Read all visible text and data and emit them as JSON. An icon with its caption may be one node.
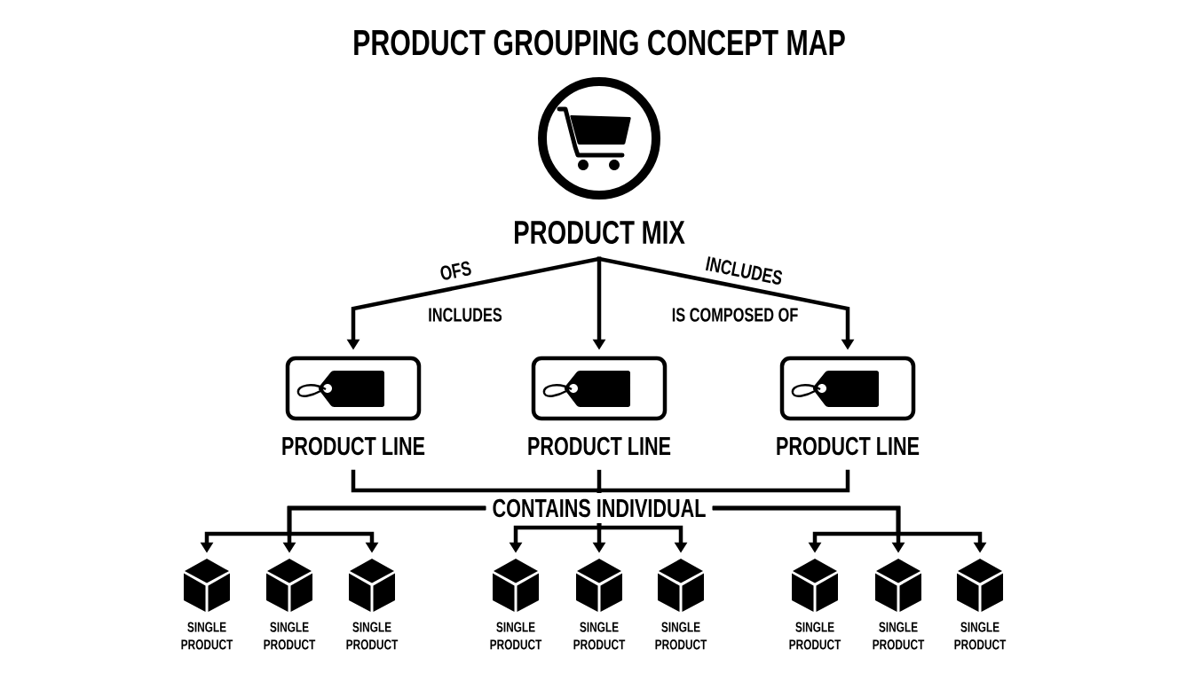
{
  "diagram": {
    "title": "PRODUCT GROUPING CONCEPT MAP",
    "nodes": [
      {
        "text": [
          "PRODUCT MIX"
        ]
      },
      {
        "text": [
          "PRODUCT LINE"
        ]
      },
      {
        "text": [
          "PRODUCT LINE"
        ]
      },
      {
        "text": [
          "PRODUCT LINE"
        ]
      },
      {
        "text": [
          "CONTAINS INDIVIDUAL"
        ]
      },
      {
        "text": [
          "SINGLE PRODUCT"
        ]
      },
      {
        "text": [
          "SINGLE PRODUCT"
        ]
      },
      {
        "text": [
          "SINGLE PRODUCT"
        ]
      },
      {
        "text": [
          "SINGLE PRODUCT"
        ]
      },
      {
        "text": [
          "SINGLE PRODUCT"
        ]
      },
      {
        "text": [
          "SINGLE PRODUCT"
        ]
      },
      {
        "text": [
          "SINGLE PRODUCT"
        ]
      },
      {
        "text": [
          "SINGLE PRODUCT"
        ]
      },
      {
        "text": [
          "SINGLE PRODUCT"
        ]
      }
    ],
    "edges": [
      {
        "from": 0,
        "to": 1,
        "arrow": "to",
        "label": "OFS"
      },
      {
        "from": 0,
        "to": 2,
        "arrow": "to"
      },
      {
        "from": 0,
        "to": 3,
        "arrow": "to",
        "label": "INCLUDES"
      },
      {
        "from": 1,
        "to": 4,
        "arrow": "none"
      },
      {
        "from": 2,
        "to": 4,
        "arrow": "none"
      },
      {
        "from": 3,
        "to": 4,
        "arrow": "none"
      },
      {
        "from": 4,
        "to": 5,
        "arrow": "to"
      },
      {
        "from": 4,
        "to": 6,
        "arrow": "to"
      },
      {
        "from": 4,
        "to": 7,
        "arrow": "to"
      },
      {
        "from": 4,
        "to": 8,
        "arrow": "to"
      },
      {
        "from": 4,
        "to": 9,
        "arrow": "to"
      },
      {
        "from": 4,
        "to": 10,
        "arrow": "to"
      },
      {
        "from": 4,
        "to": 11,
        "arrow": "to"
      },
      {
        "from": 4,
        "to": 12,
        "arrow": "to"
      },
      {
        "from": 4,
        "to": 13,
        "arrow": "to"
      }
    ],
    "labels": [
      "INCLUDES",
      "IS COMPOSED OF"
    ]
  }
}
